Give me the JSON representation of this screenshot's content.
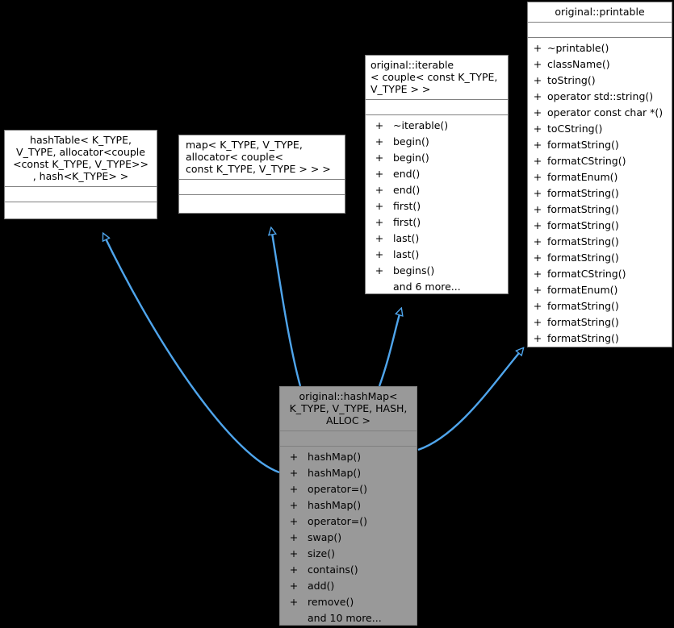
{
  "diagram": {
    "type": "uml-class-inheritance",
    "edge_color": "#4FA5EC",
    "highlight_fill": "#999999",
    "box_fill": "#FFFFFF",
    "border_color": "#808080",
    "background": "#000000"
  },
  "classes": {
    "printable": {
      "name": "original::printable",
      "attributes": [],
      "operations": [
        {
          "vis": "+",
          "name": "~printable()"
        },
        {
          "vis": "+",
          "name": "className()"
        },
        {
          "vis": "+",
          "name": "toString()"
        },
        {
          "vis": "+",
          "name": "operator std::string()"
        },
        {
          "vis": "+",
          "name": "operator const char *()"
        },
        {
          "vis": "+",
          "name": "toCString()"
        },
        {
          "vis": "+",
          "name": "formatString()"
        },
        {
          "vis": "+",
          "name": "formatCString()"
        },
        {
          "vis": "+",
          "name": "formatEnum()"
        },
        {
          "vis": "+",
          "name": "formatString()"
        },
        {
          "vis": "+",
          "name": "formatString()"
        },
        {
          "vis": "+",
          "name": "formatString()"
        },
        {
          "vis": "+",
          "name": "formatString()"
        },
        {
          "vis": "+",
          "name": "formatString()"
        },
        {
          "vis": "+",
          "name": "formatCString()"
        },
        {
          "vis": "+",
          "name": "formatEnum()"
        },
        {
          "vis": "+",
          "name": "formatString()"
        },
        {
          "vis": "+",
          "name": "formatString()"
        },
        {
          "vis": "+",
          "name": "formatString()"
        }
      ]
    },
    "iterable": {
      "name": "original::iterable\n< couple< const K_TYPE,\nV_TYPE > >",
      "attributes": [],
      "operations": [
        {
          "vis": "+",
          "name": "~iterable()"
        },
        {
          "vis": "+",
          "name": "begin()"
        },
        {
          "vis": "+",
          "name": "begin()"
        },
        {
          "vis": "+",
          "name": "end()"
        },
        {
          "vis": "+",
          "name": "end()"
        },
        {
          "vis": "+",
          "name": "first()"
        },
        {
          "vis": "+",
          "name": "first()"
        },
        {
          "vis": "+",
          "name": "last()"
        },
        {
          "vis": "+",
          "name": "last()"
        },
        {
          "vis": "+",
          "name": "begins()"
        },
        {
          "vis": "",
          "name": "and 6 more..."
        }
      ]
    },
    "hashTable": {
      "name": "hashTable< K_TYPE,\nV_TYPE, allocator<couple\n<const K_TYPE, V_TYPE>>\n, hash<K_TYPE>  >",
      "attributes": [],
      "operations": []
    },
    "map": {
      "name": "map< K_TYPE, V_TYPE,\nallocator< couple<\nconst K_TYPE, V_TYPE > > >",
      "attributes": [],
      "operations": []
    },
    "hashMap": {
      "name": "original::hashMap<\nK_TYPE, V_TYPE, HASH,\nALLOC >",
      "attributes": [],
      "operations": [
        {
          "vis": "+",
          "name": "hashMap()"
        },
        {
          "vis": "+",
          "name": "hashMap()"
        },
        {
          "vis": "+",
          "name": "operator=()"
        },
        {
          "vis": "+",
          "name": "hashMap()"
        },
        {
          "vis": "+",
          "name": "operator=()"
        },
        {
          "vis": "+",
          "name": "swap()"
        },
        {
          "vis": "+",
          "name": "size()"
        },
        {
          "vis": "+",
          "name": "contains()"
        },
        {
          "vis": "+",
          "name": "add()"
        },
        {
          "vis": "+",
          "name": "remove()"
        },
        {
          "vis": "",
          "name": "and 10 more..."
        }
      ]
    }
  },
  "edges": [
    {
      "from": "hashMap",
      "to": "hashTable",
      "kind": "inheritance"
    },
    {
      "from": "hashMap",
      "to": "map",
      "kind": "inheritance"
    },
    {
      "from": "hashMap",
      "to": "iterable",
      "kind": "inheritance"
    },
    {
      "from": "hashMap",
      "to": "printable",
      "kind": "inheritance"
    }
  ]
}
